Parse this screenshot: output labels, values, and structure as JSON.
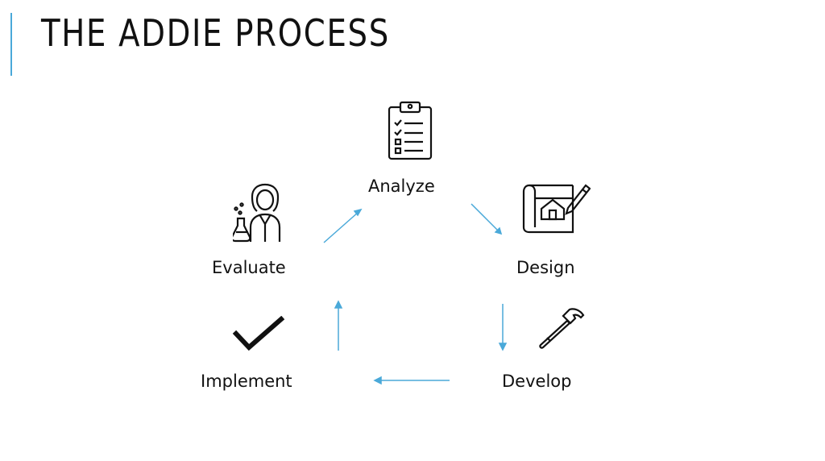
{
  "slide": {
    "title": "THE ADDIE PROCESS"
  },
  "stages": {
    "analyze": "Analyze",
    "design": "Design",
    "develop": "Develop",
    "implement": "Implement",
    "evaluate": "Evaluate"
  },
  "icons": {
    "analyze": "clipboard-checklist-icon",
    "design": "blueprint-house-icon",
    "develop": "hammer-icon",
    "implement": "checkmark-icon",
    "evaluate": "scientist-icon"
  },
  "colors": {
    "accent": "#4aa9d9",
    "arrow": "#4aa9d9",
    "text": "#111111"
  }
}
